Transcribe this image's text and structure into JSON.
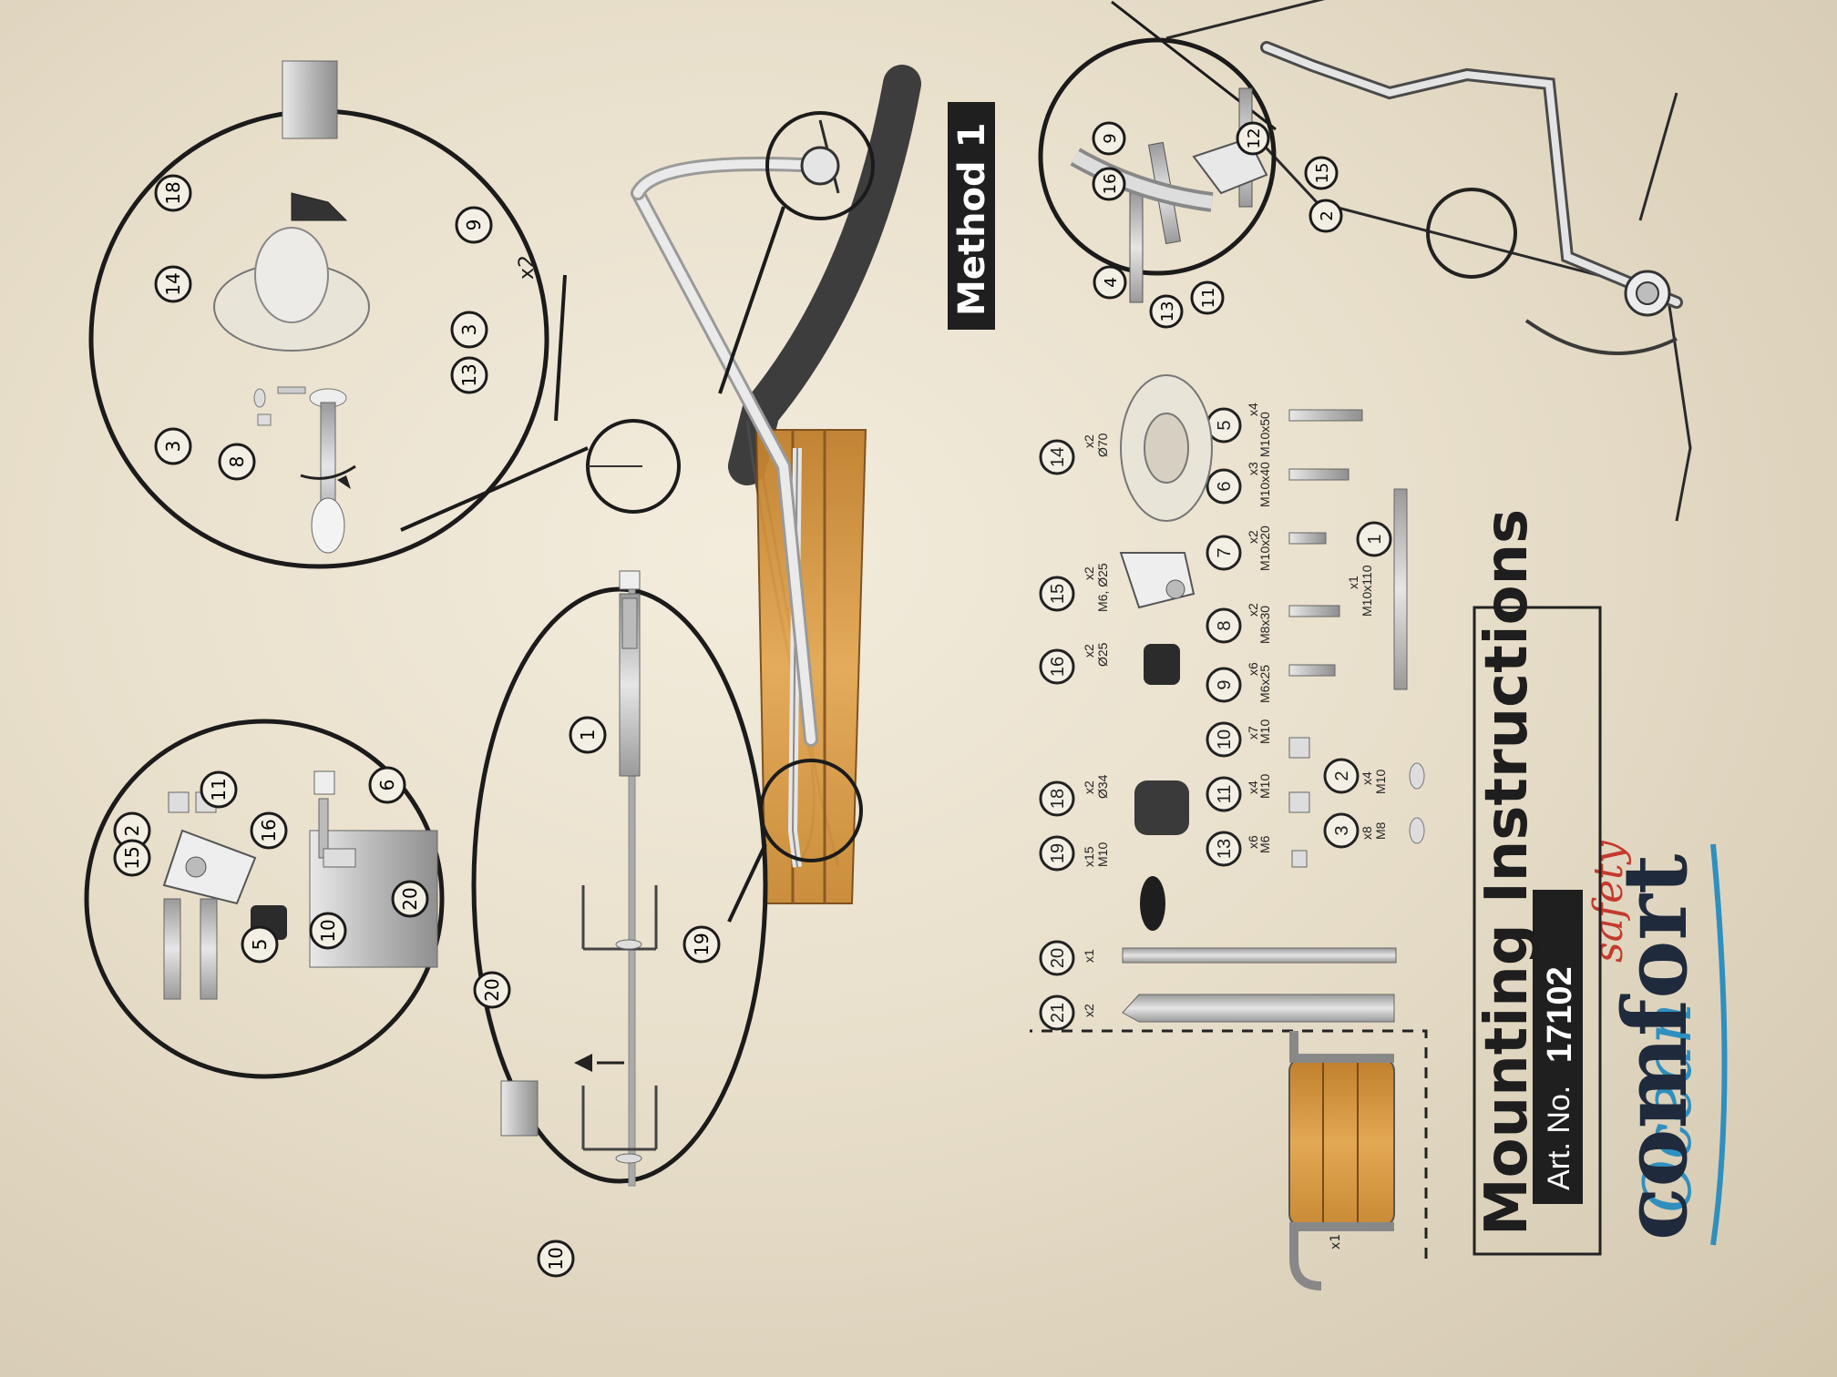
{
  "brand": {
    "script": "Ocean",
    "name": "comfort",
    "tag": "safety",
    "colors": {
      "script": "#2f8fbf",
      "name": "#1f2a3c",
      "tag": "#c43a2e"
    }
  },
  "header": {
    "title": "Mounting Instructions",
    "art_label": "Art. No.",
    "art_number": "17102"
  },
  "method": {
    "label": "Method 1"
  },
  "detail_labels": {
    "x2": "x2"
  },
  "parts": [
    {
      "n": "1",
      "qty": "x1",
      "spec": "M10x110"
    },
    {
      "n": "2",
      "qty": "x4",
      "spec": "M10"
    },
    {
      "n": "3",
      "qty": "x8",
      "spec": "M8"
    },
    {
      "n": "5",
      "qty": "x4",
      "spec": "M10x50"
    },
    {
      "n": "6",
      "qty": "x3",
      "spec": "M10x40"
    },
    {
      "n": "7",
      "qty": "x2",
      "spec": "M10x20"
    },
    {
      "n": "8",
      "qty": "x2",
      "spec": "M8x30"
    },
    {
      "n": "9",
      "qty": "x6",
      "spec": "M6x25"
    },
    {
      "n": "10",
      "qty": "x7",
      "spec": "M10"
    },
    {
      "n": "11",
      "qty": "x4",
      "spec": "M10"
    },
    {
      "n": "13",
      "qty": "x6",
      "spec": "M6"
    },
    {
      "n": "14",
      "qty": "x2",
      "spec": "Ø70"
    },
    {
      "n": "15",
      "qty": "x2",
      "spec": "M6, Ø25"
    },
    {
      "n": "16",
      "qty": "x2",
      "spec": "Ø25"
    },
    {
      "n": "18",
      "qty": "x2",
      "spec": "Ø34"
    },
    {
      "n": "19",
      "qty": "x15",
      "spec": "M10"
    },
    {
      "n": "20",
      "qty": "x1",
      "spec": ""
    },
    {
      "n": "21",
      "qty": "x2",
      "spec": ""
    }
  ],
  "ladder": {
    "qty": "x1"
  },
  "callouts": {
    "circle_a": [
      "18",
      "9",
      "14",
      "3",
      "13",
      "3",
      "8"
    ],
    "circle_b": [
      "11",
      "2",
      "15",
      "16",
      "6",
      "20",
      "10",
      "5"
    ],
    "oval": [
      "1",
      "19",
      "20",
      "10"
    ],
    "circle_c": [
      "9",
      "16",
      "12",
      "15",
      "2",
      "4",
      "13",
      "11"
    ]
  }
}
